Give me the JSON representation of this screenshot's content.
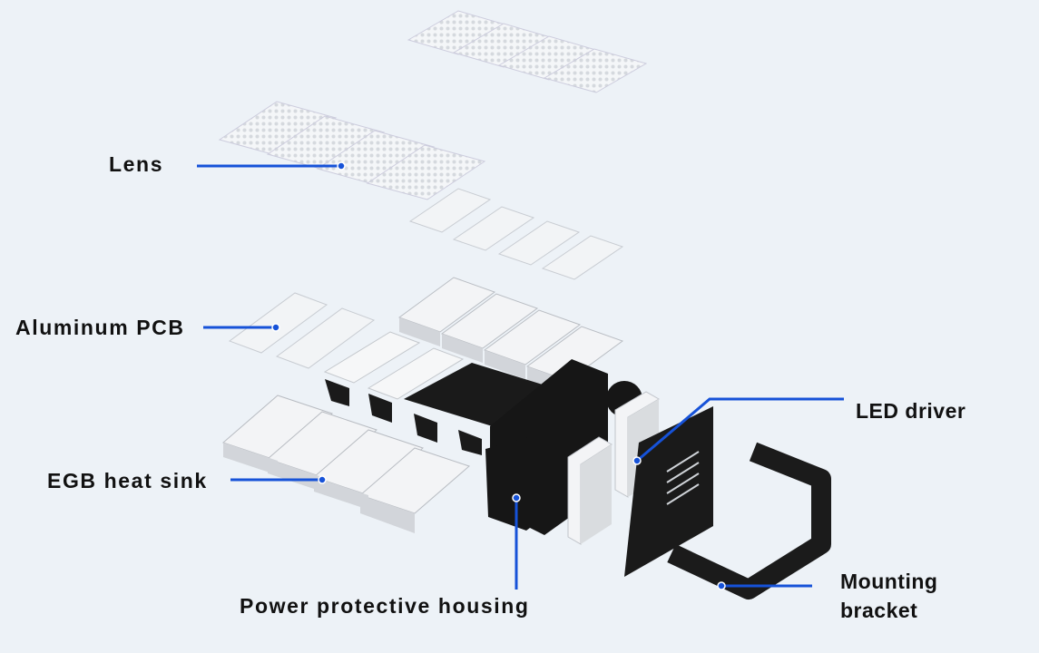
{
  "labels": {
    "lens": "Lens",
    "aluminum_pcb": "Aluminum PCB",
    "heat_sink": "EGB heat sink",
    "power_housing": "Power protective housing",
    "led_driver": "LED driver",
    "mounting_bracket_line1": "Mounting",
    "mounting_bracket_line2": "bracket"
  },
  "colors": {
    "leader": "#1652d8",
    "background": "#edf2f7",
    "housing": "#151515",
    "aluminum": "#e6e8ea"
  }
}
